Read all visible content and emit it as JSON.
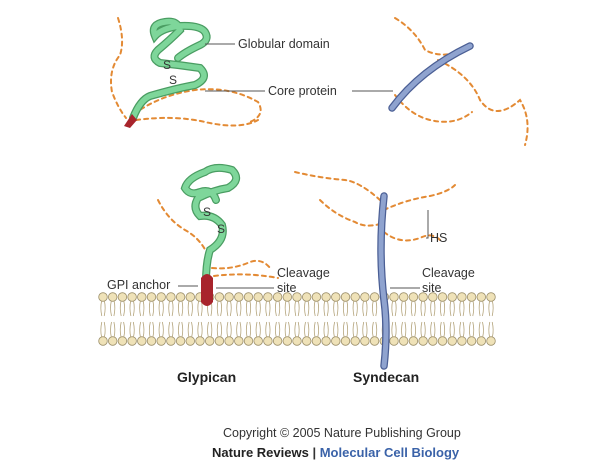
{
  "labels": {
    "globular_domain": "Globular domain",
    "core_protein": "Core protein",
    "ss_top_1": "S",
    "ss_top_2": "S",
    "ss_bottom_1": "S",
    "ss_bottom_2": "S",
    "hs": "HS",
    "gpi_anchor": "GPI anchor",
    "cleavage_site_glypican_1": "Cleavage",
    "cleavage_site_glypican_2": "site",
    "cleavage_site_syndecan_1": "Cleavage",
    "cleavage_site_syndecan_2": "site"
  },
  "captions": {
    "glypican": "Glypican",
    "syndecan": "Syndecan"
  },
  "footer": {
    "copyright": "Copyright © 2005 Nature Publishing Group",
    "journal": "Nature Reviews",
    "separator": " | ",
    "subjournal": "Molecular Cell Biology"
  },
  "colors": {
    "core_protein_green": "#7ed69a",
    "syndecan_blue": "#8fa3cf",
    "gpi_red": "#a8242c",
    "hs_chain_orange": "#e38a34",
    "lipid_head": "#efe2b8",
    "brand_blue": "#3a62a8"
  }
}
